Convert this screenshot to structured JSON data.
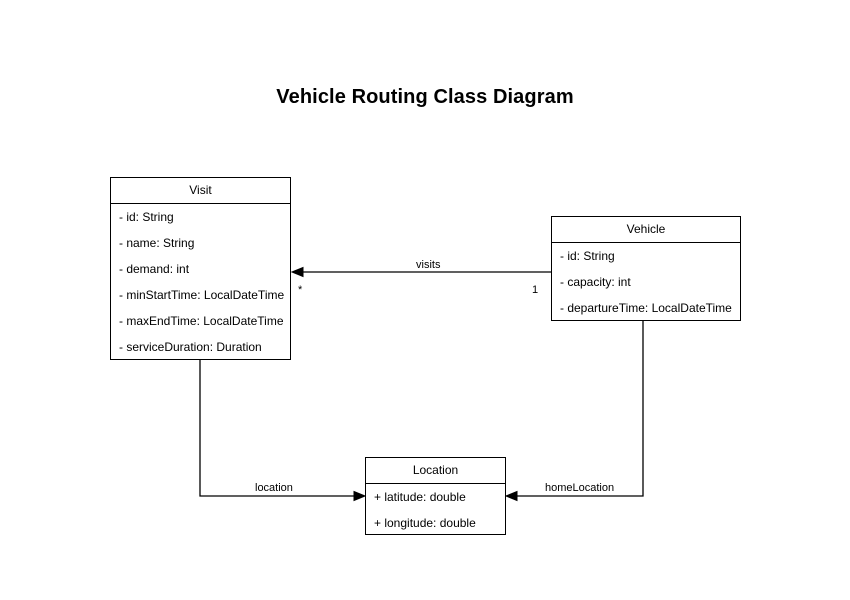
{
  "diagram": {
    "title": "Vehicle Routing Class Diagram",
    "type": "uml-class-diagram",
    "background_color": "#ffffff",
    "line_color": "#000000",
    "text_color": "#000000"
  },
  "classes": [
    {
      "id": "visit",
      "name": "Visit",
      "attributes": [
        "- id: String",
        "- name: String",
        "- demand: int",
        "- minStartTime: LocalDateTime",
        "- maxEndTime: LocalDateTime",
        "- serviceDuration: Duration"
      ]
    },
    {
      "id": "vehicle",
      "name": "Vehicle",
      "attributes": [
        "- id: String",
        "- capacity: int",
        "- departureTime: LocalDateTime"
      ]
    },
    {
      "id": "location",
      "name": "Location",
      "attributes": [
        "+ latitude: double",
        "+ longitude: double"
      ]
    }
  ],
  "relationships": [
    {
      "id": "visits",
      "label": "visits",
      "source": "Vehicle",
      "target": "Visit",
      "source_multiplicity": "1",
      "target_multiplicity": "*"
    },
    {
      "id": "location",
      "label": "location",
      "source": "Visit",
      "target": "Location",
      "source_multiplicity": "",
      "target_multiplicity": ""
    },
    {
      "id": "homeLocation",
      "label": "homeLocation",
      "source": "Vehicle",
      "target": "Location",
      "source_multiplicity": "",
      "target_multiplicity": ""
    }
  ]
}
